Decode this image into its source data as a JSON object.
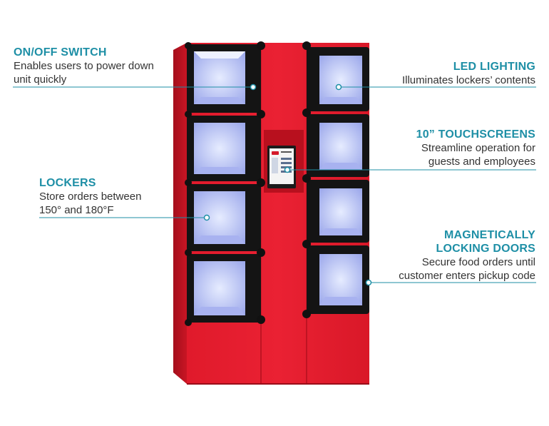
{
  "colors": {
    "accent": "#1e8fa6",
    "cabinet_red": "#e51d2e",
    "cabinet_dark_red": "#b3101f",
    "door_black": "#141414",
    "window_glow": "#c8d4ff"
  },
  "callouts": {
    "on_off": {
      "title": "ON/OFF SWITCH",
      "desc": "Enables users to power down\nunit quickly"
    },
    "led": {
      "title": "LED LIGHTING",
      "desc": "Illuminates lockers’ contents"
    },
    "touchscreens": {
      "title": "10” TOUCHSCREENS",
      "desc": "Streamline operation for\nguests and employees"
    },
    "lockers": {
      "title": "LOCKERS",
      "desc": "Store orders between\n150° and 180°F"
    },
    "magnetic": {
      "title": "MAGNETICALLY\nLOCKING DOORS",
      "desc": "Secure food orders until\ncustomer enters pickup code"
    }
  },
  "icons": {
    "marker": "callout-dot-icon"
  }
}
